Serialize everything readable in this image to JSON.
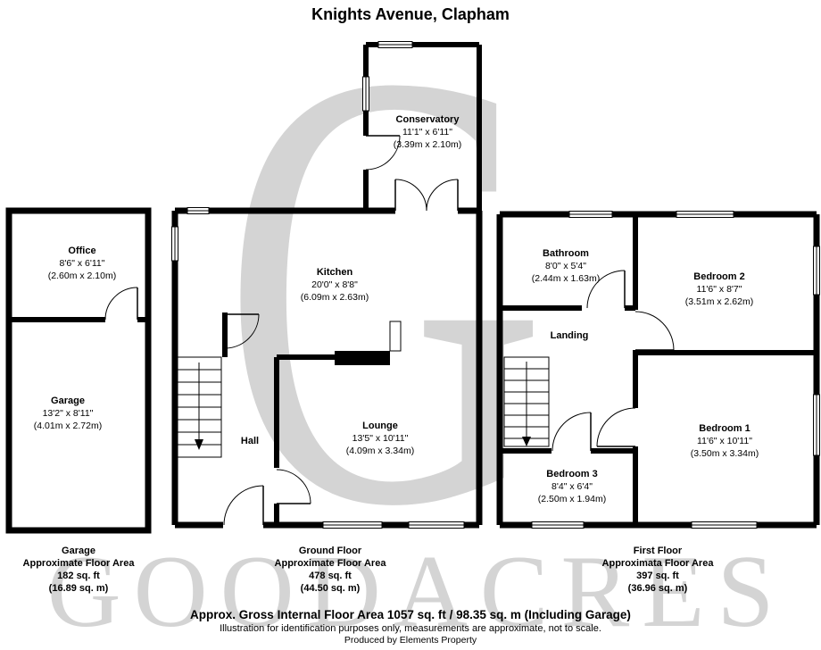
{
  "title": "Knights Avenue, Clapham",
  "watermark": {
    "initial": "G",
    "brand": "GOODACRES"
  },
  "rooms": {
    "office": {
      "name": "Office",
      "imperial": "8'6\" x 6'11\"",
      "metric": "(2.60m x 2.10m)"
    },
    "garage": {
      "name": "Garage",
      "imperial": "13'2\" x 8'11\"",
      "metric": "(4.01m x 2.72m)"
    },
    "conservatory": {
      "name": "Conservatory",
      "imperial": "11'1\" x 6'11\"",
      "metric": "(3.39m x 2.10m)"
    },
    "kitchen": {
      "name": "Kitchen",
      "imperial": "20'0\" x 8'8\"",
      "metric": "(6.09m x 2.63m)"
    },
    "lounge": {
      "name": "Lounge",
      "imperial": "13'5\" x 10'11\"",
      "metric": "(4.09m x 3.34m)"
    },
    "hall": {
      "name": "Hall"
    },
    "bathroom": {
      "name": "Bathroom",
      "imperial": "8'0\" x 5'4\"",
      "metric": "(2.44m x 1.63m)"
    },
    "bedroom2": {
      "name": "Bedroom 2",
      "imperial": "11'6\" x 8'7\"",
      "metric": "(3.51m x 2.62m)"
    },
    "landing": {
      "name": "Landing"
    },
    "bedroom1": {
      "name": "Bedroom 1",
      "imperial": "11'6\" x 10'11\"",
      "metric": "(3.50m x 3.34m)"
    },
    "bedroom3": {
      "name": "Bedroom 3",
      "imperial": "8'4\" x 6'4\"",
      "metric": "(2.50m x 1.94m)"
    }
  },
  "captions": {
    "garage": [
      "Garage",
      "Approximate Floor Area",
      "182 sq. ft",
      "(16.89 sq. m)"
    ],
    "ground": [
      "Ground Floor",
      "Approximate Floor Area",
      "478 sq. ft",
      "(44.50 sq. m)"
    ],
    "first": [
      "First Floor",
      "Approximata Floor Area",
      "397 sq. ft",
      "(36.96 sq. m)"
    ]
  },
  "footer": {
    "gross_area": "Approx. Gross Internal Floor Area 1057 sq. ft / 98.35 sq. m (Including Garage)",
    "disclaimer": "Illustration for identification purposes only, measurements are approximate, not to scale.",
    "producer": "Produced by Elements Property"
  }
}
